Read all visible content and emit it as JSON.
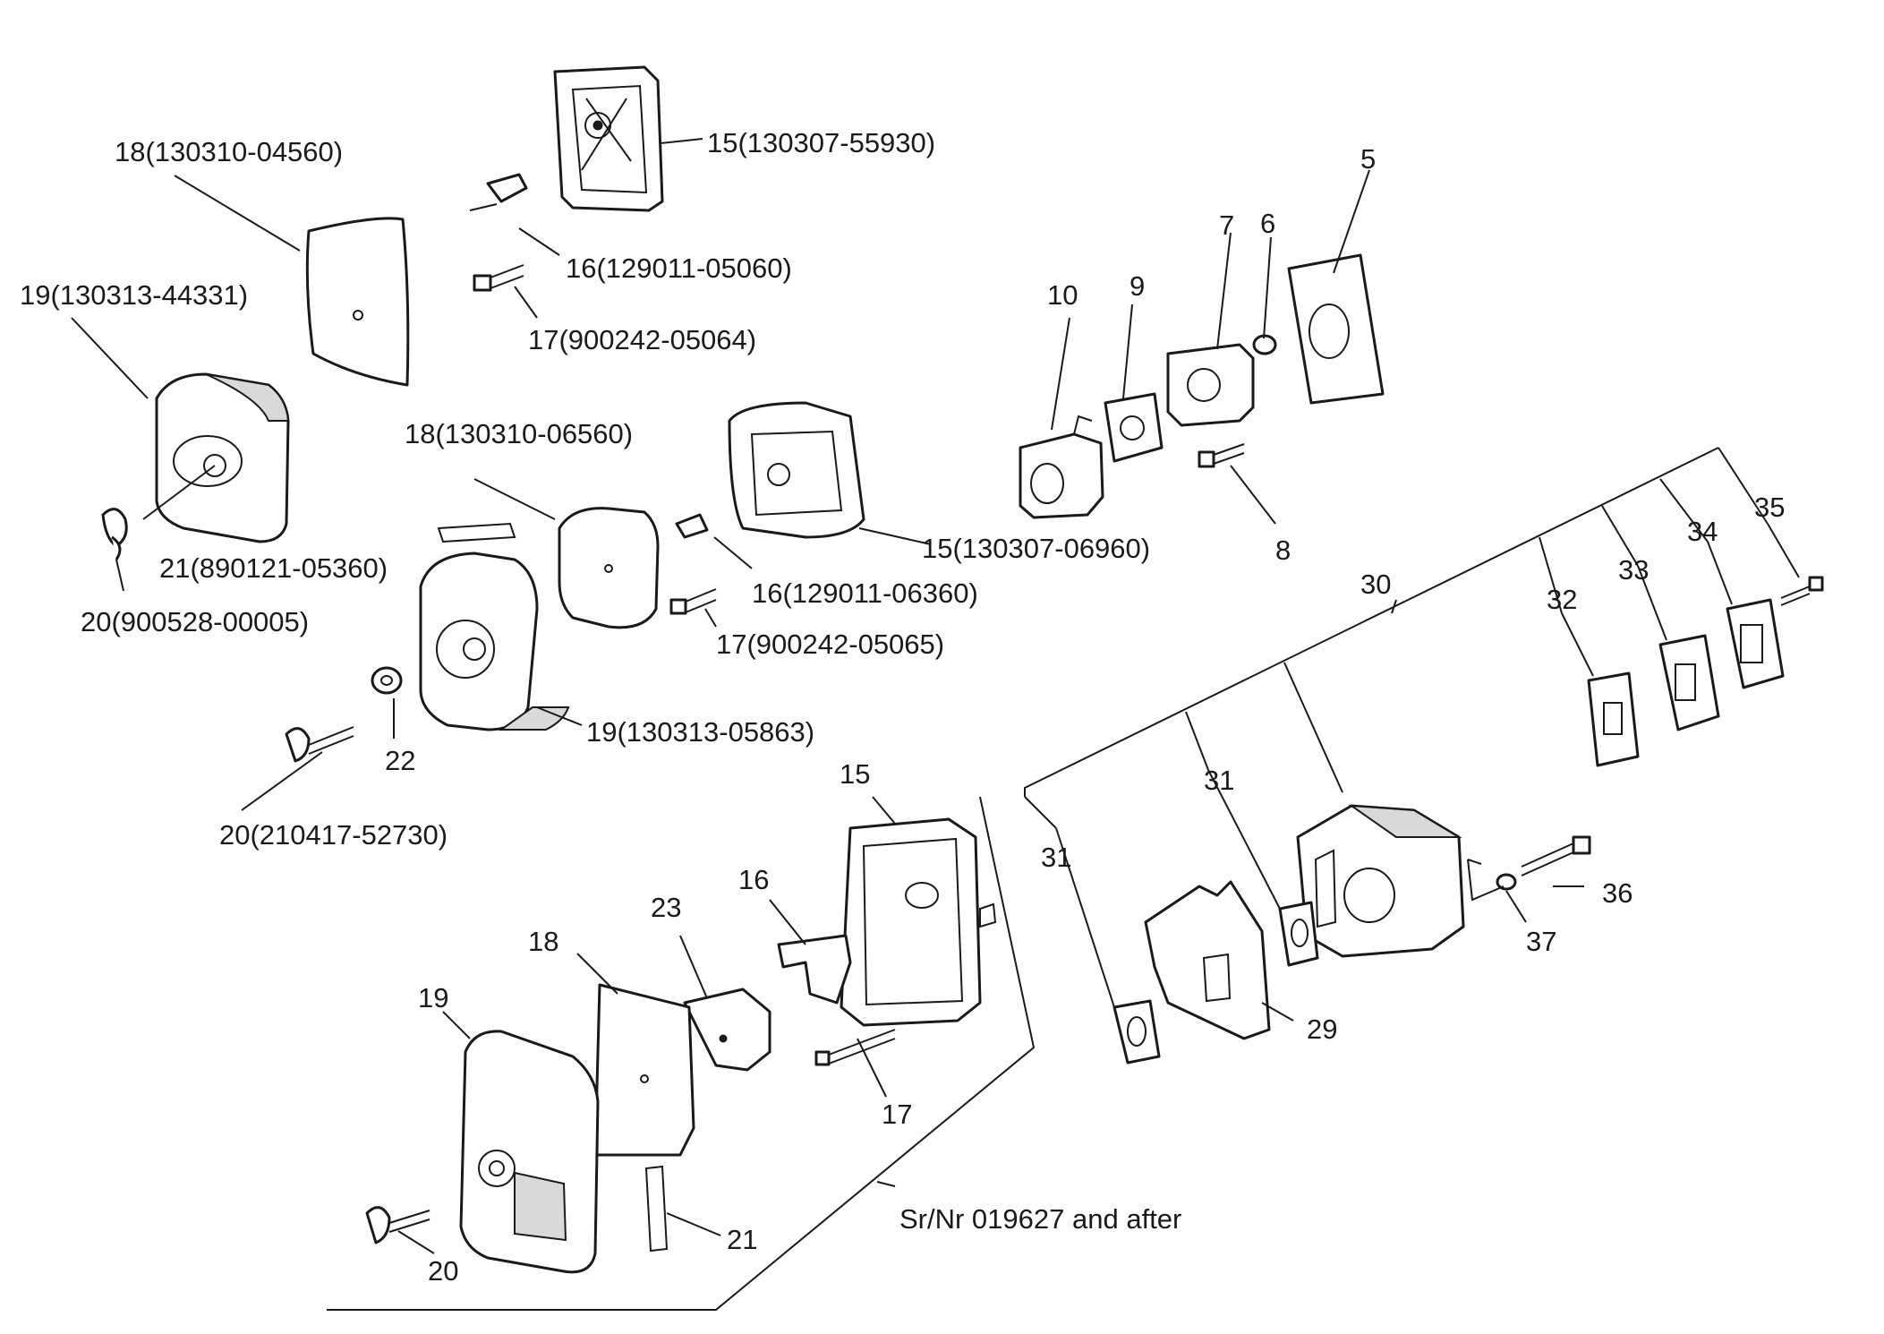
{
  "labels": {
    "l18a": "18(130310-04560)",
    "l19a": "19(130313-44331)",
    "l15a": "15(130307-55930)",
    "l16a": "16(129011-05060)",
    "l17a": "17(900242-05064)",
    "l18b": "18(130310-06560)",
    "l21a": "21(890121-05360)",
    "l20a": "20(900528-00005)",
    "l15b": "15(130307-06960)",
    "l16b": "16(129011-06360)",
    "l17b": "17(900242-05065)",
    "l19b": "19(130313-05863)",
    "l22": "22",
    "l20b": "20(210417-52730)",
    "l5": "5",
    "l6": "6",
    "l7": "7",
    "l8": "8",
    "l9": "9",
    "l10": "10",
    "l15c": "15",
    "l16c": "16",
    "l17c": "17",
    "l18c": "18",
    "l19c": "19",
    "l20c": "20",
    "l21c": "21",
    "l23": "23",
    "l29": "29",
    "l30": "30",
    "l31a": "31",
    "l31b": "31",
    "l32": "32",
    "l33": "33",
    "l34": "34",
    "l35": "35",
    "l36": "36",
    "l37": "37",
    "serial": "Sr/Nr 019627 and after"
  }
}
